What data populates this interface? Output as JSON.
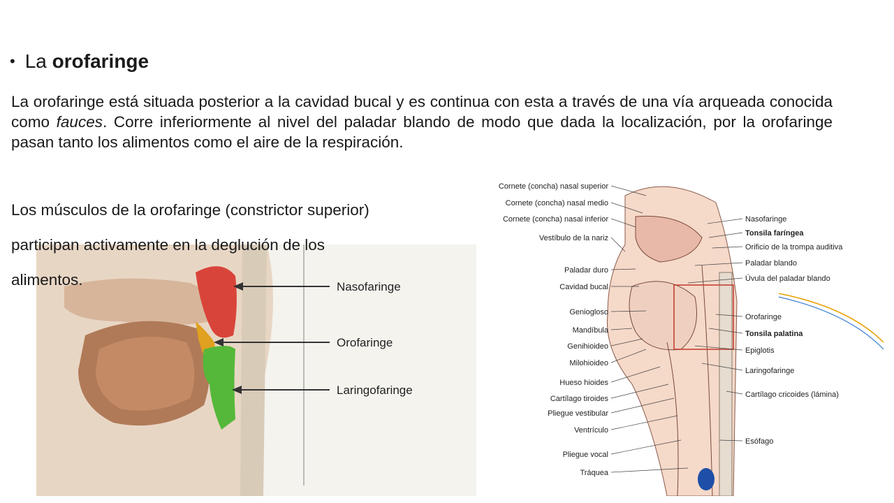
{
  "heading": {
    "prefix": "La ",
    "bold": "orofaringe"
  },
  "paragraph1": {
    "before_italic": "La orofaringe está situada posterior a la cavidad bucal y es continua con esta a través de una vía arqueada conocida como ",
    "italic": "fauces",
    "after_italic": ". Corre inferiormente al nivel del paladar blando de modo que dada la localización, por la orofaringe pasan tanto los alimentos como el aire de la respiración."
  },
  "paragraph2": {
    "line1": "Los músculos de la orofaringe (constrictor superior)",
    "line2": "participan activamente en la deglución de los",
    "line3": "alimentos."
  },
  "left_figure": {
    "labels": [
      "Nasofaringe",
      "Orofaringe",
      "Laringofaringe"
    ],
    "colors": {
      "nasofaringe": "#d9443a",
      "orofaringe": "#e0a020",
      "laringofaringe": "#55b83a"
    }
  },
  "right_figure": {
    "labels_left": [
      "Cornete (concha) nasal superior",
      "Cornete (concha) nasal medio",
      "Cornete (concha) nasal inferior",
      "Vestíbulo de la nariz",
      "Paladar duro",
      "Cavidad bucal",
      "Geniogloso",
      "Mandíbula",
      "Genihioideo",
      "Milohioideo",
      "Hueso hioides",
      "Cartílago tiroides",
      "Pliegue vestibular",
      "Ventrículo",
      "Pliegue vocal",
      "Tráquea"
    ],
    "labels_right": [
      "Nasofaringe",
      "Tonsila faríngea",
      "Orificio de la trompa auditiva",
      "Paladar blando",
      "Úvula del paladar blando",
      "Orofaringe",
      "Tonsila palatina",
      "Epiglotis",
      "Laringofaringe",
      "Cartílago cricoides (lámina)",
      "Esófago"
    ]
  }
}
